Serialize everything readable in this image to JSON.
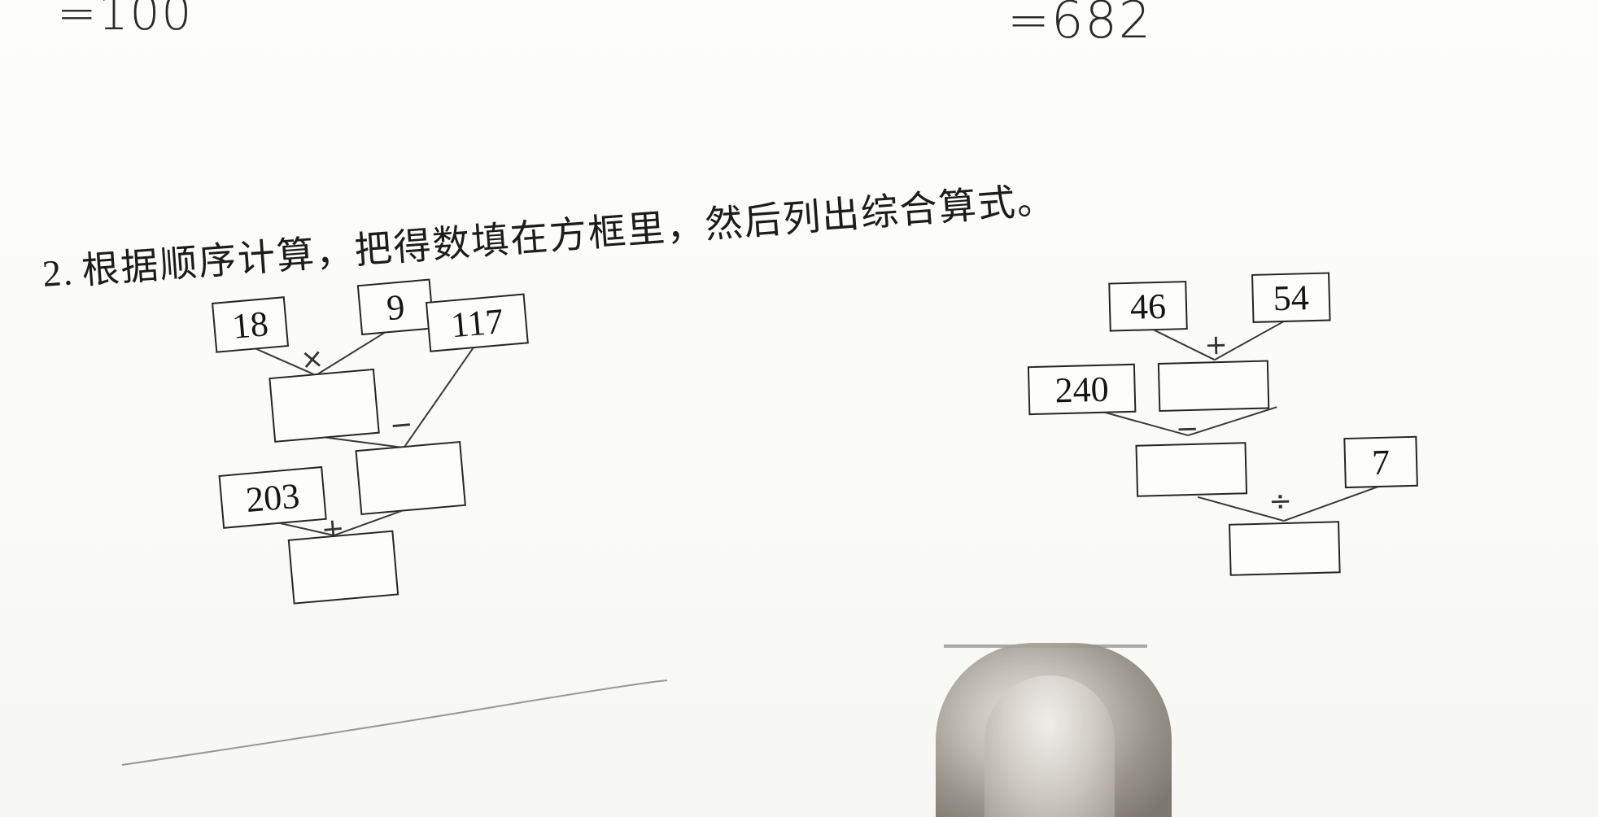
{
  "handwriting": {
    "top_left": "=100",
    "top_right": "=682"
  },
  "question": {
    "number": "2.",
    "text": "根据顺序计算，把得数填在方框里，然后列出综合算式。"
  },
  "tree_left": {
    "box_a": "18",
    "box_b": "9",
    "op_1": "×",
    "box_c": "117",
    "op_2": "−",
    "box_d": "203",
    "op_3": "+",
    "result_1": "",
    "result_2": "",
    "result_3": ""
  },
  "tree_right": {
    "box_a": "46",
    "box_b": "54",
    "op_1": "+",
    "box_c": "240",
    "op_2": "−",
    "box_d": "7",
    "op_3": "÷",
    "result_1": "",
    "result_2": "",
    "result_3": ""
  }
}
